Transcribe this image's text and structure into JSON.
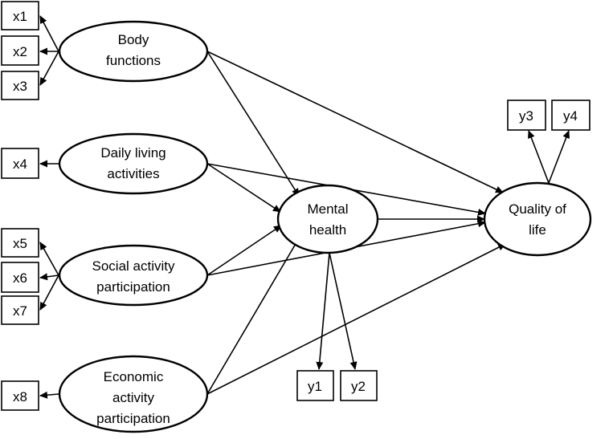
{
  "colors": {
    "stroke": "#000000",
    "background": "#ffffff",
    "text": "#000000"
  },
  "latent_variables": {
    "body_functions": [
      "Body",
      "functions"
    ],
    "daily_living_activities": [
      "Daily living",
      "activities"
    ],
    "social_activity_participation": [
      "Social activity",
      "participation"
    ],
    "economic_activity_participation": [
      "Economic",
      "activity",
      "participation"
    ],
    "mental_health": [
      "Mental",
      "health"
    ],
    "quality_of_life": [
      "Quality of",
      "life"
    ]
  },
  "indicators": {
    "x1": "x1",
    "x2": "x2",
    "x3": "x3",
    "x4": "x4",
    "x5": "x5",
    "x6": "x6",
    "x7": "x7",
    "x8": "x8",
    "y1": "y1",
    "y2": "y2",
    "y3": "y3",
    "y4": "y4"
  }
}
